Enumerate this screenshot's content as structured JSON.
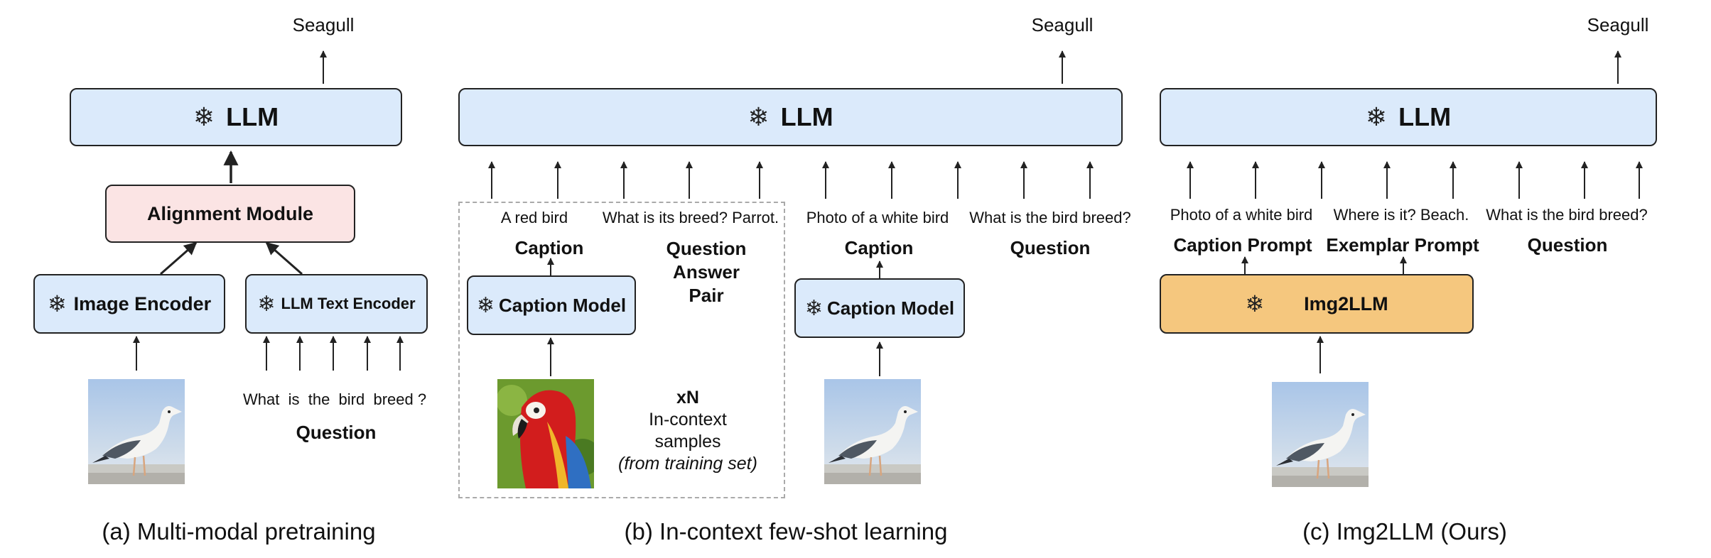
{
  "icons": {
    "freeze": "snowflake-icon"
  },
  "panel_a": {
    "output": "Seagull",
    "llm": "LLM",
    "alignment": "Alignment Module",
    "image_encoder": "Image Encoder",
    "text_encoder": "LLM Text Encoder",
    "question_words": [
      "What",
      "is",
      "the",
      "bird",
      "breed",
      "?"
    ],
    "question_label": "Question",
    "caption": "(a)  Multi-modal pretraining"
  },
  "panel_b": {
    "output": "Seagull",
    "llm": "LLM",
    "ctx_caption_text": "A red bird",
    "ctx_qa_text": "What is its breed? Parrot.",
    "ctx_caption_label": "Caption",
    "ctx_qa_label": [
      "Question",
      "Answer",
      "Pair"
    ],
    "ctx_caption_model": "Caption Model",
    "ctx_multiplier": "xN",
    "ctx_desc": [
      "In-context",
      "samples"
    ],
    "ctx_source": "(from training set)",
    "q_caption_text": "Photo of a white bird",
    "q_question_text": "What is the bird breed?",
    "q_caption_label": "Caption",
    "q_question_label": "Question",
    "q_caption_model": "Caption Model",
    "caption": "(b) In-context few-shot learning"
  },
  "panel_c": {
    "output": "Seagull",
    "llm": "LLM",
    "caption_text": "Photo of a white bird",
    "exemplar_text": "Where is it? Beach.",
    "question_text": "What is the bird breed?",
    "caption_label": "Caption Prompt",
    "exemplar_label": "Exemplar Prompt",
    "question_label": "Question",
    "module": "Img2LLM",
    "caption": "(c) Img2LLM (Ours)"
  }
}
